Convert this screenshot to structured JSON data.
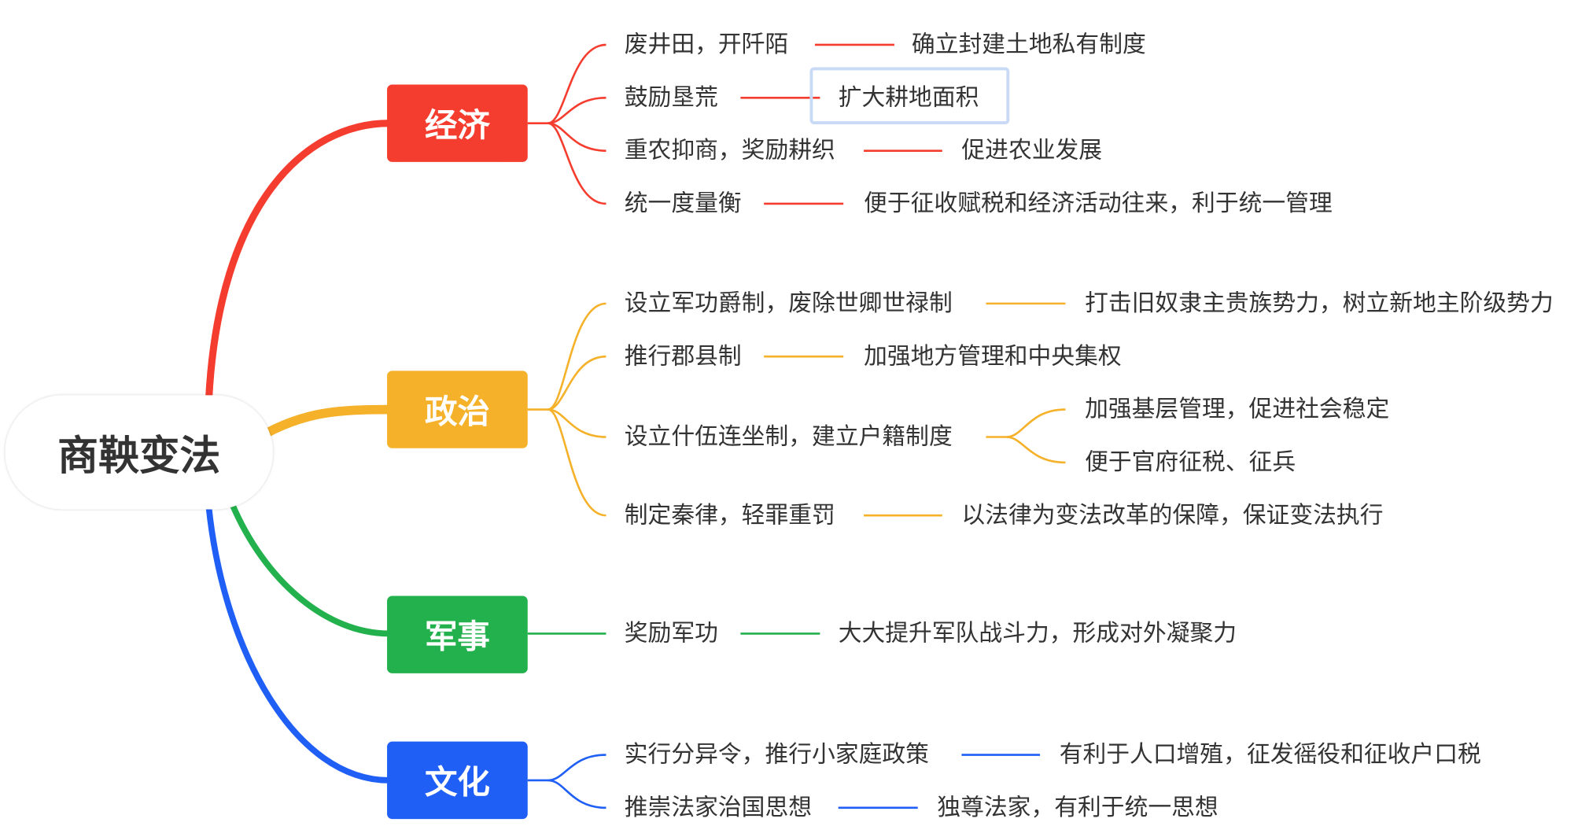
{
  "root": "商鞅变法",
  "colors": {
    "economy": "#f53d2f",
    "politics": "#f5b129",
    "military": "#22b14c",
    "culture": "#1f5ff5"
  },
  "branches": [
    {
      "label": "经济",
      "items": [
        {
          "topic": "废井田，开阡陌",
          "result": "确立封建土地私有制度"
        },
        {
          "topic": "鼓励垦荒",
          "result": "扩大耕地面积"
        },
        {
          "topic": "重农抑商，奖励耕织",
          "result": "促进农业发展"
        },
        {
          "topic": "统一度量衡",
          "result": "便于征收赋税和经济活动往来，利于统一管理"
        }
      ]
    },
    {
      "label": "政治",
      "items": [
        {
          "topic": "设立军功爵制，废除世卿世禄制",
          "result": "打击旧奴隶主贵族势力，树立新地主阶级势力"
        },
        {
          "topic": "推行郡县制",
          "result": "加强地方管理和中央集权"
        },
        {
          "topic": "设立什伍连坐制，建立户籍制度",
          "results": [
            "加强基层管理，促进社会稳定",
            "便于官府征税、征兵"
          ]
        },
        {
          "topic": "制定秦律，轻罪重罚",
          "result": "以法律为变法改革的保障，保证变法执行"
        }
      ]
    },
    {
      "label": "军事",
      "items": [
        {
          "topic": "奖励军功",
          "result": "大大提升军队战斗力，形成对外凝聚力"
        }
      ]
    },
    {
      "label": "文化",
      "items": [
        {
          "topic": "实行分异令，推行小家庭政策",
          "result": "有利于人口增殖，征发徭役和征收户口税"
        },
        {
          "topic": "推崇法家治国思想",
          "result": "独尊法家，有利于统一思想"
        }
      ]
    }
  ]
}
